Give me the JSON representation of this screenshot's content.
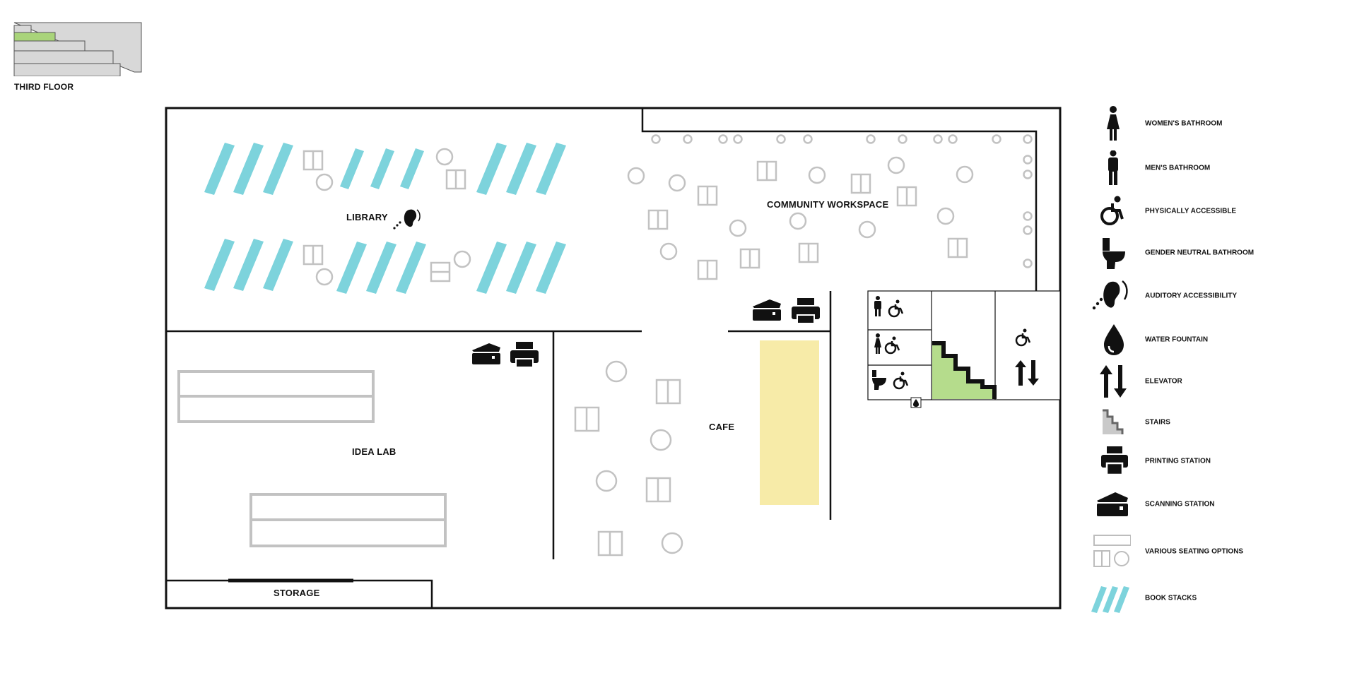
{
  "floor_indicator": {
    "label": "THIRD FLOOR"
  },
  "rooms": {
    "library": "LIBRARY",
    "community_workspace": "COMMUNITY WORKSPACE",
    "idea_lab": "IDEA LAB",
    "cafe": "CAFE",
    "storage": "STORAGE"
  },
  "legend": {
    "items": [
      {
        "label": "WOMEN'S BATHROOM",
        "icon": "woman-icon"
      },
      {
        "label": "MEN'S BATHROOM",
        "icon": "man-icon"
      },
      {
        "label": "PHYSICALLY ACCESSIBLE",
        "icon": "wheelchair-icon"
      },
      {
        "label": "GENDER NEUTRAL BATHROOM",
        "icon": "toilet-icon"
      },
      {
        "label": "AUDITORY ACCESSIBILITY",
        "icon": "ear-icon"
      },
      {
        "label": "WATER FOUNTAIN",
        "icon": "water-drop-icon"
      },
      {
        "label": "ELEVATOR",
        "icon": "elevator-arrows-icon"
      },
      {
        "label": "STAIRS",
        "icon": "stairs-icon"
      },
      {
        "label": "PRINTING STATION",
        "icon": "printer-icon"
      },
      {
        "label": "SCANNING STATION",
        "icon": "scanner-icon"
      },
      {
        "label": "VARIOUS SEATING OPTIONS",
        "icon": "seating-icon"
      },
      {
        "label": "BOOK STACKS",
        "icon": "book-stacks-icon"
      }
    ]
  },
  "colors": {
    "book_stacks": "#7dd3dc",
    "stairs": "#b5dc8c",
    "cafe_counter": "#f7eba8",
    "furniture": "#c2c2c2",
    "walls": "#111111"
  }
}
